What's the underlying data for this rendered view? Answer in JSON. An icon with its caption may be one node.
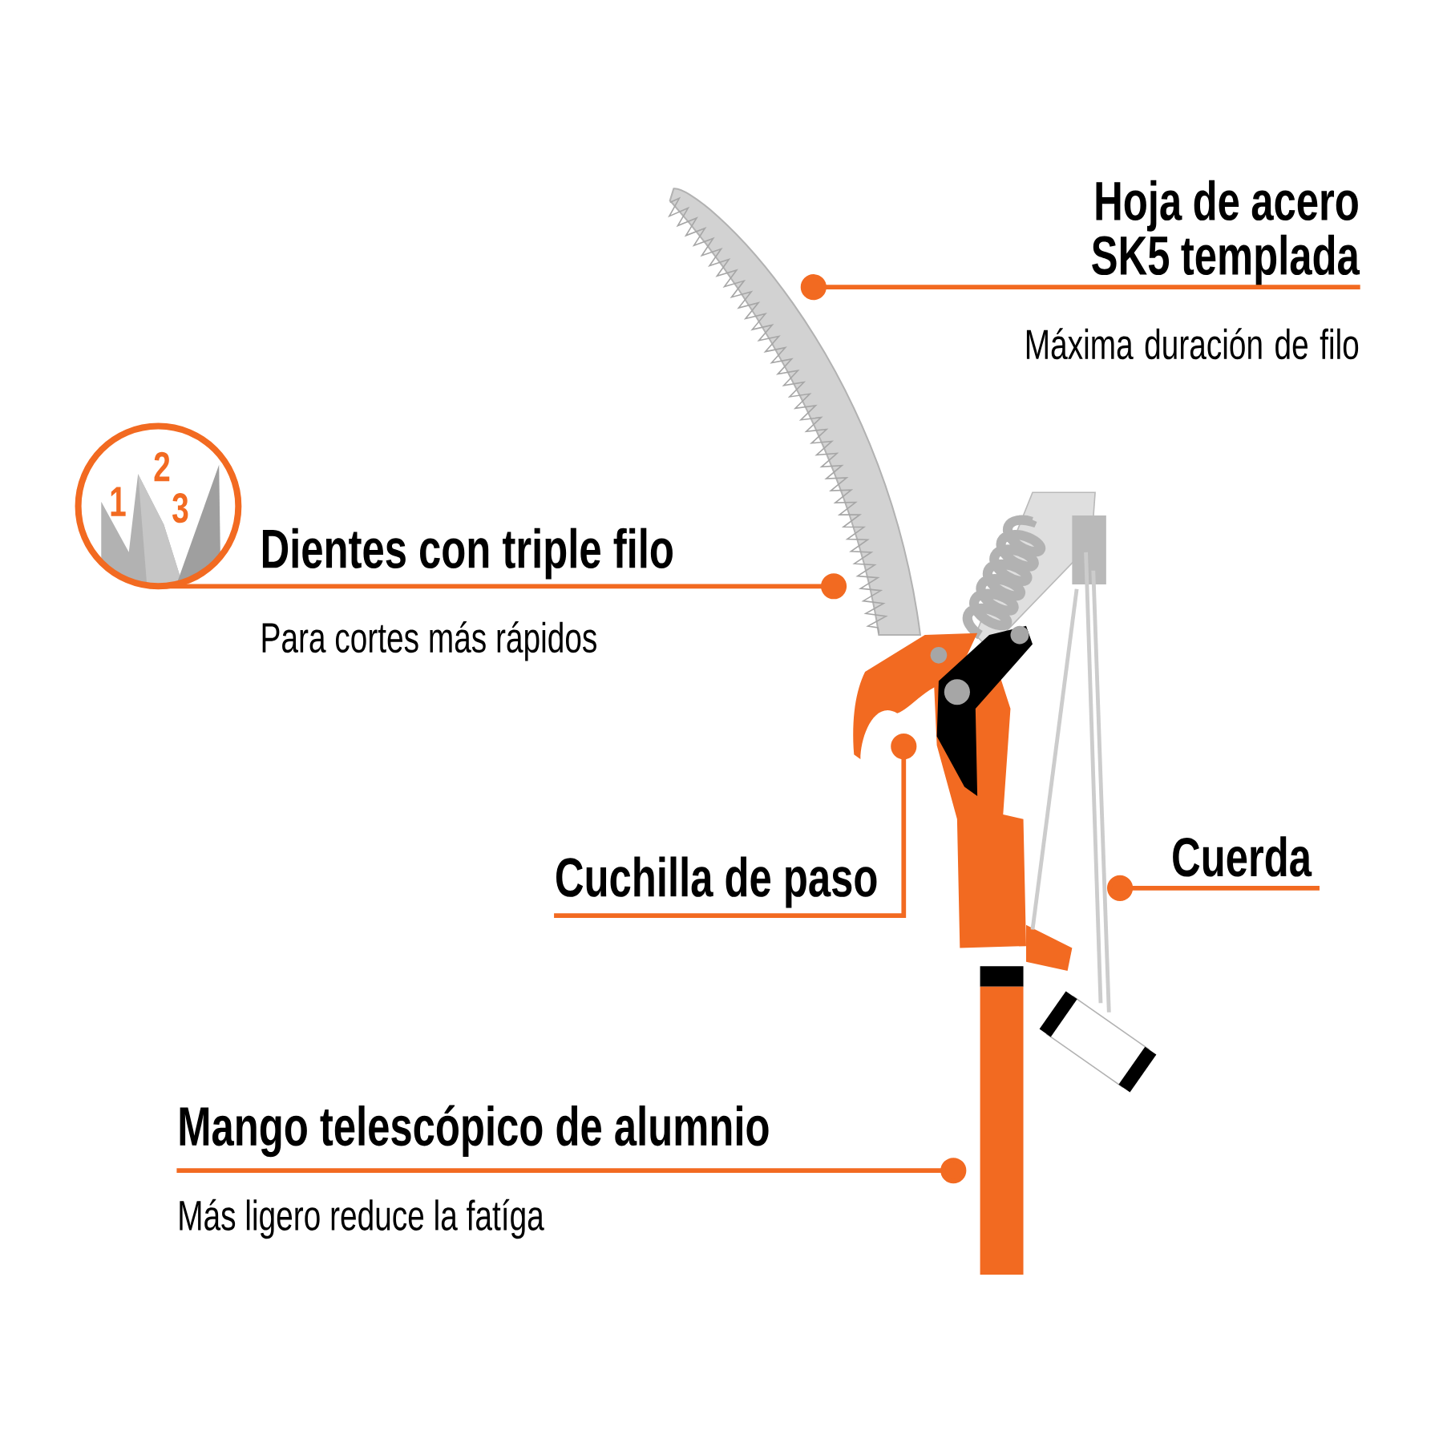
{
  "diagram": {
    "nodes": [
      {
        "text": [
          "Hoja de acero SK5 templada",
          "Máxima duración de filo"
        ]
      },
      {
        "text": [
          "Dientes con triple filo",
          "Para cortes más rápidos"
        ]
      },
      {
        "text": [
          "Cuchilla de paso"
        ]
      },
      {
        "text": [
          "Cuerda"
        ]
      },
      {
        "text": [
          "Mango telescópico de alumnio",
          "Más ligero reduce la fatíga"
        ]
      }
    ],
    "edges": [
      {
        "from": 0,
        "to": null,
        "arrow": "other"
      },
      {
        "from": 1,
        "to": null,
        "arrow": "other"
      },
      {
        "from": 2,
        "to": null,
        "arrow": "other"
      },
      {
        "from": 3,
        "to": null,
        "arrow": "other"
      },
      {
        "from": 4,
        "to": null,
        "arrow": "other"
      }
    ],
    "labels": [
      "1",
      "2",
      "3"
    ]
  }
}
